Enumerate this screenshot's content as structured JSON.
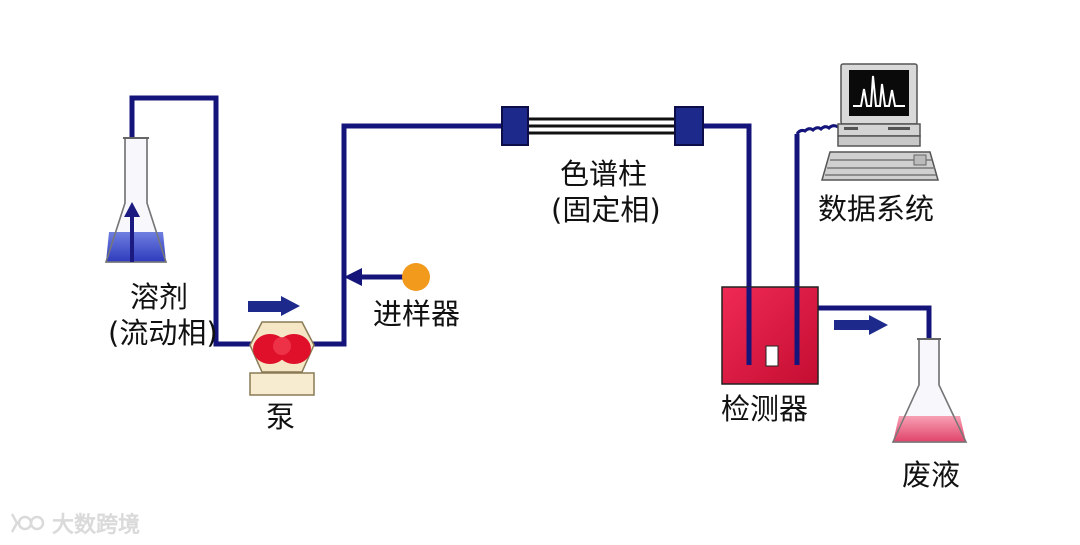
{
  "labels": {
    "solvent": "溶剂",
    "mobile_phase": "(流动相)",
    "pump": "泵",
    "injector": "进样器",
    "column": "色谱柱",
    "stationary_phase": "(固定相)",
    "data_system": "数据系统",
    "detector": "检测器",
    "waste": "废液"
  },
  "watermark": "大数跨境",
  "colors": {
    "tubing": "#14147a",
    "column_fitting": "#1d2a8c",
    "solvent_liquid": "#2e3bbd",
    "detector_body": "#d8113a",
    "waste_liquid": "#e0446a",
    "pump_heads": "#e0102a",
    "pump_body": "#f5e6c5",
    "injector_dot": "#f29a1c",
    "screen_peaks": "#ffffff"
  }
}
